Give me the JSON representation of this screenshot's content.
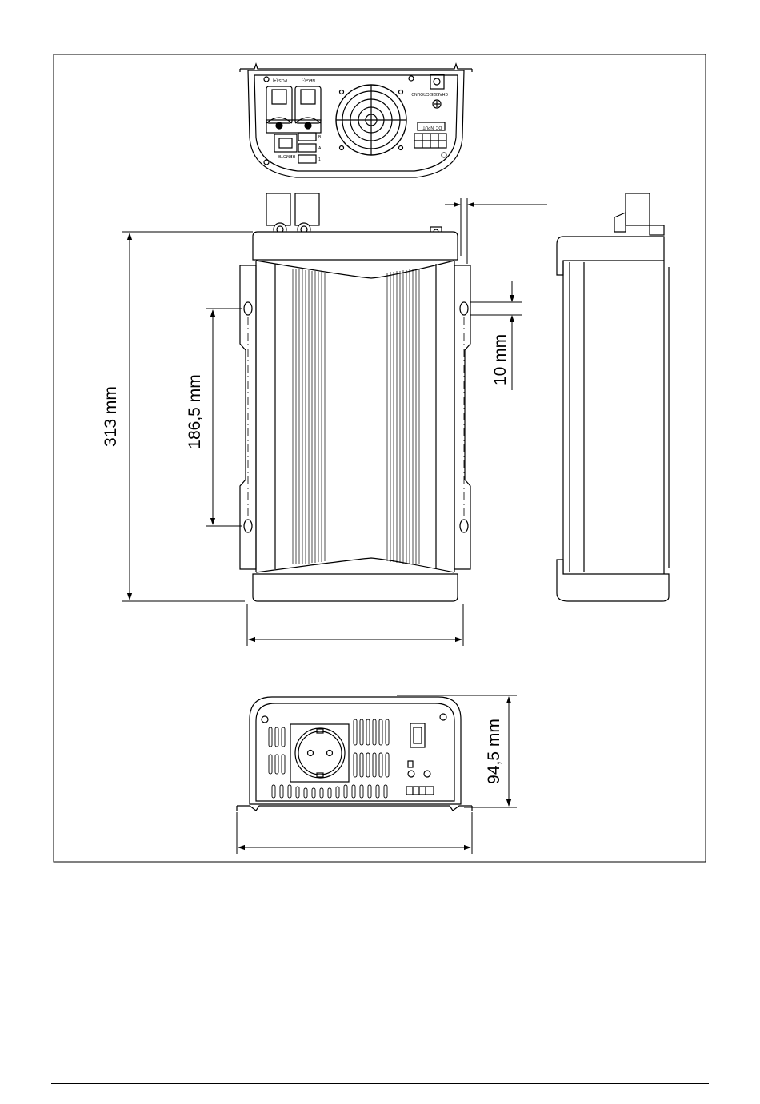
{
  "dimensions": {
    "length": "313 mm",
    "hole_spacing": "186,5 mm",
    "slot_width": "10 mm",
    "height": "94,5 mm"
  },
  "rear_panel": {
    "pos_label": "POS (+)",
    "neg_label": "NEG (-)",
    "remote_label": "REMOTE",
    "dc_input_label": "DC INPUT",
    "chassis_ground_label": "CHASSIS GROUND",
    "switch_b": "B",
    "switch_a": "A",
    "switch_1": "1"
  },
  "icons": [
    "fan-grille-icon",
    "ground-symbol-icon",
    "schuko-socket-icon",
    "power-switch-icon"
  ],
  "colors": {
    "line": "#000000",
    "fill": "#ffffff",
    "shade": "#e8e8e8"
  }
}
